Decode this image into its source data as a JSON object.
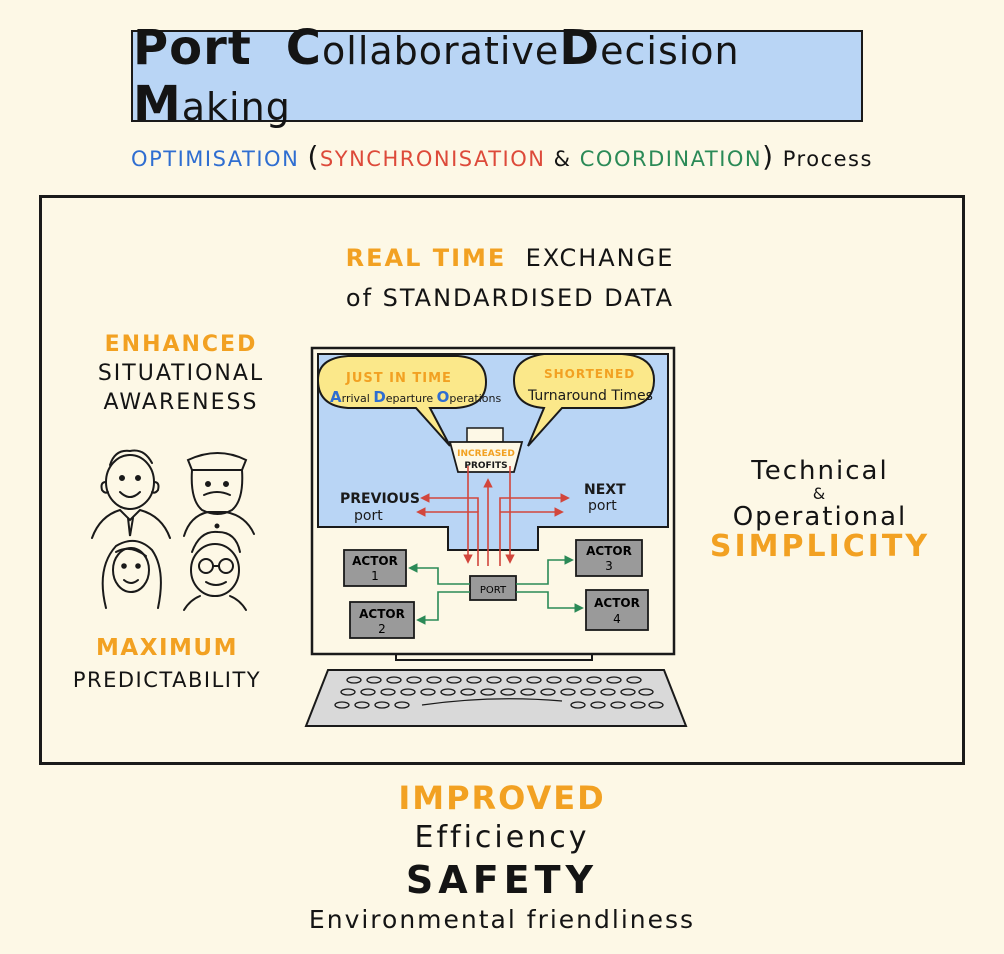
{
  "title": {
    "word1": "Port",
    "c_initial": "C",
    "c_rest": "ollaborative",
    "d_initial": "D",
    "d_rest": "ecision",
    "m_initial": "M",
    "m_rest": "aking"
  },
  "subtitle": {
    "optimisation": "OPTIMISATION",
    "open_paren": "(",
    "synchronisation": "SYNCHRONISATION",
    "amp": "&",
    "coordination": "COORDINATION",
    "close_paren": ")",
    "process": "Process"
  },
  "exchange": {
    "real_time": "REAL TIME",
    "exchange": "EXCHANGE",
    "standardised": "of STANDARDISED DATA"
  },
  "awareness": {
    "enhanced": "ENHANCED",
    "situational": "SITUATIONAL",
    "awareness": "AWARENESS"
  },
  "predictability": {
    "maximum": "MAXIMUM",
    "predictability": "PREDICTABILITY"
  },
  "simplicity": {
    "technical": "Technical",
    "amp": "&",
    "operational": "Operational",
    "simplicity": "SIMPLICITY"
  },
  "screen": {
    "bubble_left_title": "JUST IN TIME",
    "bubble_left_a": "A",
    "bubble_left_a_rest": "rrival ",
    "bubble_left_d": "D",
    "bubble_left_d_rest": "eparture ",
    "bubble_left_o": "O",
    "bubble_left_o_rest": "perations",
    "bubble_right_title": "SHORTENED",
    "bubble_right_body": "Turnaround Times",
    "ship_line1": "INCREASED",
    "ship_line2": "PROFITS",
    "previous_port_1": "PREVIOUS",
    "previous_port_2": "port",
    "next_port_1": "NEXT",
    "next_port_2": "port",
    "port_label": "PORT",
    "actor_word": "ACTOR",
    "actor_1": "1",
    "actor_2": "2",
    "actor_3": "3",
    "actor_4": "4"
  },
  "bottom": {
    "improved": "IMPROVED",
    "efficiency": "Efficiency",
    "safety": "SAFETY",
    "environmental": "Environmental friendliness"
  },
  "colors": {
    "background": "#fdf8e6",
    "title_box": "#b9d5f5",
    "orange": "#f2a122",
    "blue": "#2f6ed1",
    "red": "#dd4a3a",
    "green": "#2b8a57",
    "sea": "#b9d5f5",
    "bubble": "#fbe88a",
    "actor_box": "#9a9a9a"
  }
}
